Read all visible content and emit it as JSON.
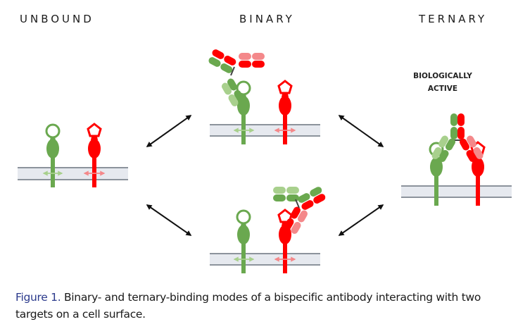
{
  "panels": {
    "unbound": {
      "title": "UNBOUND"
    },
    "binary": {
      "title": "BINARY"
    },
    "ternary": {
      "title": "TERNARY",
      "annotation_line1": "BIOLOGICALLY",
      "annotation_line2": "ACTIVE"
    }
  },
  "colors": {
    "target_a": "#6aa84f",
    "target_a_light": "#a8d08d",
    "target_b": "#ff0000",
    "target_b_light": "#f4888a",
    "membrane_fill": "#e6e9ef",
    "membrane_line": "#8c939c",
    "arrow": "#111111",
    "caption_label": "#2b3a8c"
  },
  "legend_semantics": {
    "target_a_icon": "circle-receptor (green)",
    "target_b_icon": "pentagon-receptor (red)",
    "antibody": "bispecific antibody with green and red arms"
  },
  "caption": {
    "label": "Figure 1.",
    "text": " Binary- and ternary-binding modes of a bispecific antibody interacting with two targets on a cell surface."
  }
}
